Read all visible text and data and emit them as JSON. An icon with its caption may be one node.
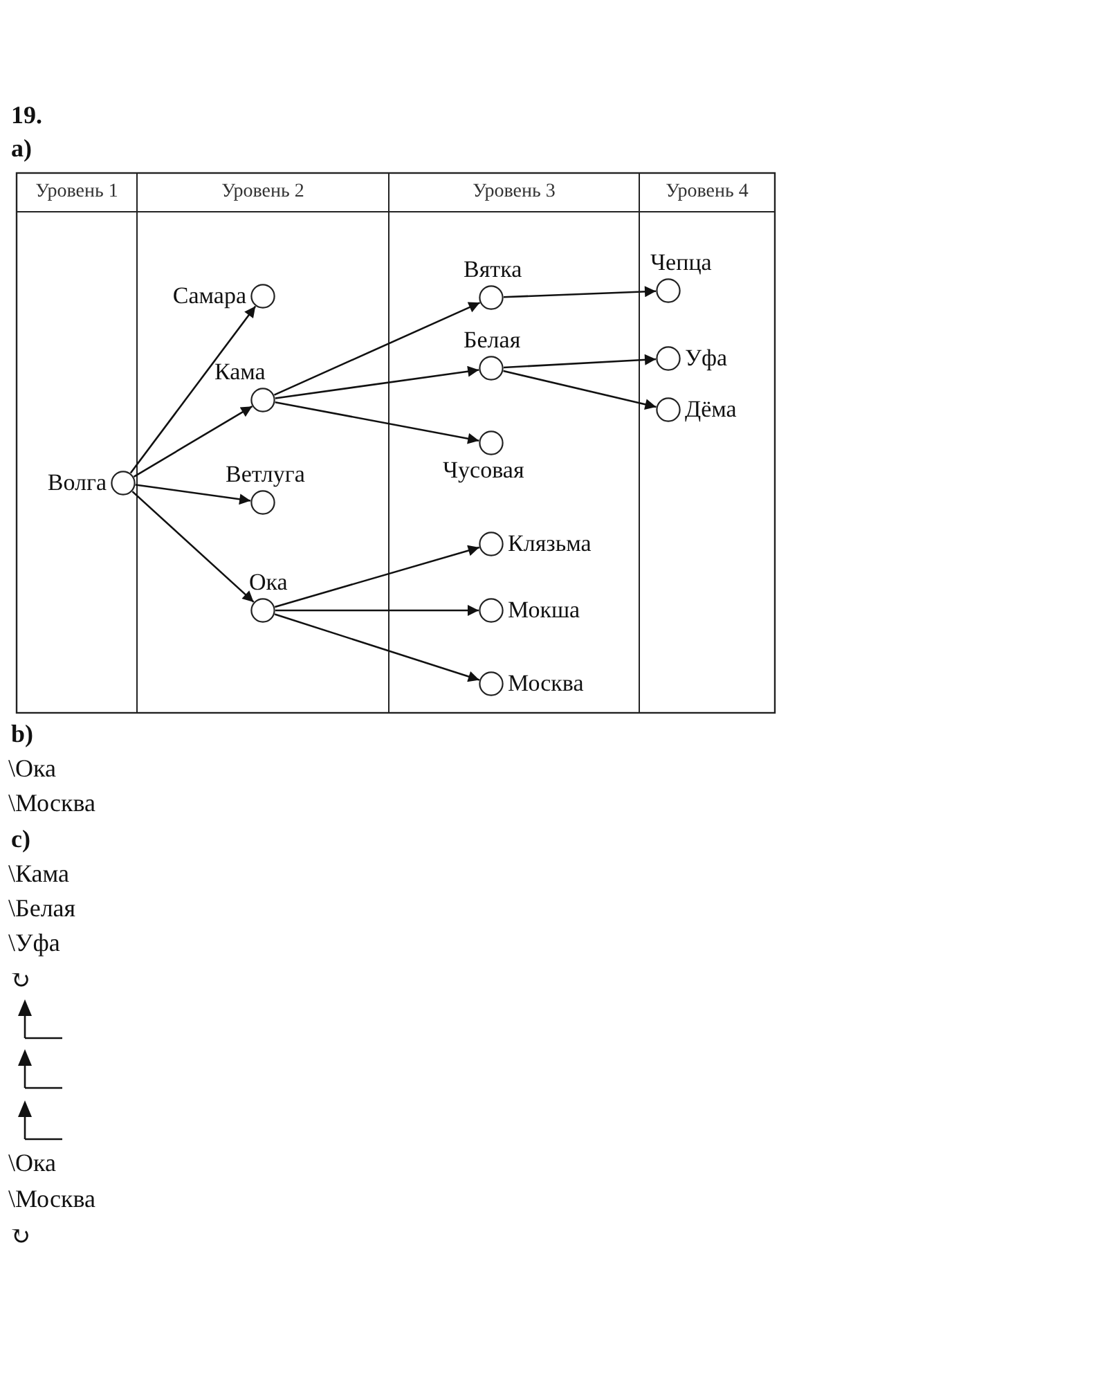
{
  "diagram": {
    "nodes": [
      {
        "text": [
          "Волга"
        ]
      },
      {
        "text": [
          "Самара"
        ]
      },
      {
        "text": [
          "Кама"
        ]
      },
      {
        "text": [
          "Ветлуга"
        ]
      },
      {
        "text": [
          "Ока"
        ]
      },
      {
        "text": [
          "Вятка"
        ]
      },
      {
        "text": [
          "Белая"
        ]
      },
      {
        "text": [
          "Чусовая"
        ]
      },
      {
        "text": [
          "Клязьма"
        ]
      },
      {
        "text": [
          "Мокша"
        ]
      },
      {
        "text": [
          "Москва"
        ]
      },
      {
        "text": [
          "Чепца"
        ]
      },
      {
        "text": [
          "Уфа"
        ]
      },
      {
        "text": [
          "Дёма"
        ]
      }
    ],
    "edges": [
      {
        "from": 0,
        "to": 1,
        "arrow": "to"
      },
      {
        "from": 0,
        "to": 2,
        "arrow": "to"
      },
      {
        "from": 0,
        "to": 3,
        "arrow": "to"
      },
      {
        "from": 0,
        "to": 4,
        "arrow": "to"
      },
      {
        "from": 2,
        "to": 5,
        "arrow": "to"
      },
      {
        "from": 2,
        "to": 6,
        "arrow": "to"
      },
      {
        "from": 2,
        "to": 7,
        "arrow": "to"
      },
      {
        "from": 4,
        "to": 8,
        "arrow": "to"
      },
      {
        "from": 4,
        "to": 9,
        "arrow": "to"
      },
      {
        "from": 4,
        "to": 10,
        "arrow": "to"
      },
      {
        "from": 5,
        "to": 11,
        "arrow": "to"
      },
      {
        "from": 6,
        "to": 12,
        "arrow": "to"
      },
      {
        "from": 6,
        "to": 13,
        "arrow": "to"
      }
    ],
    "labels": [
      "19.",
      "a)",
      "Уровень 1",
      "Уровень 2",
      "Уровень 3",
      "Уровень 4",
      "b)",
      "\\Ока",
      "\\Москва",
      "c)",
      "\\Кама",
      "\\Белая",
      "\\Уфа",
      "↻",
      "\\Ока",
      "\\Москва",
      "↻"
    ]
  }
}
